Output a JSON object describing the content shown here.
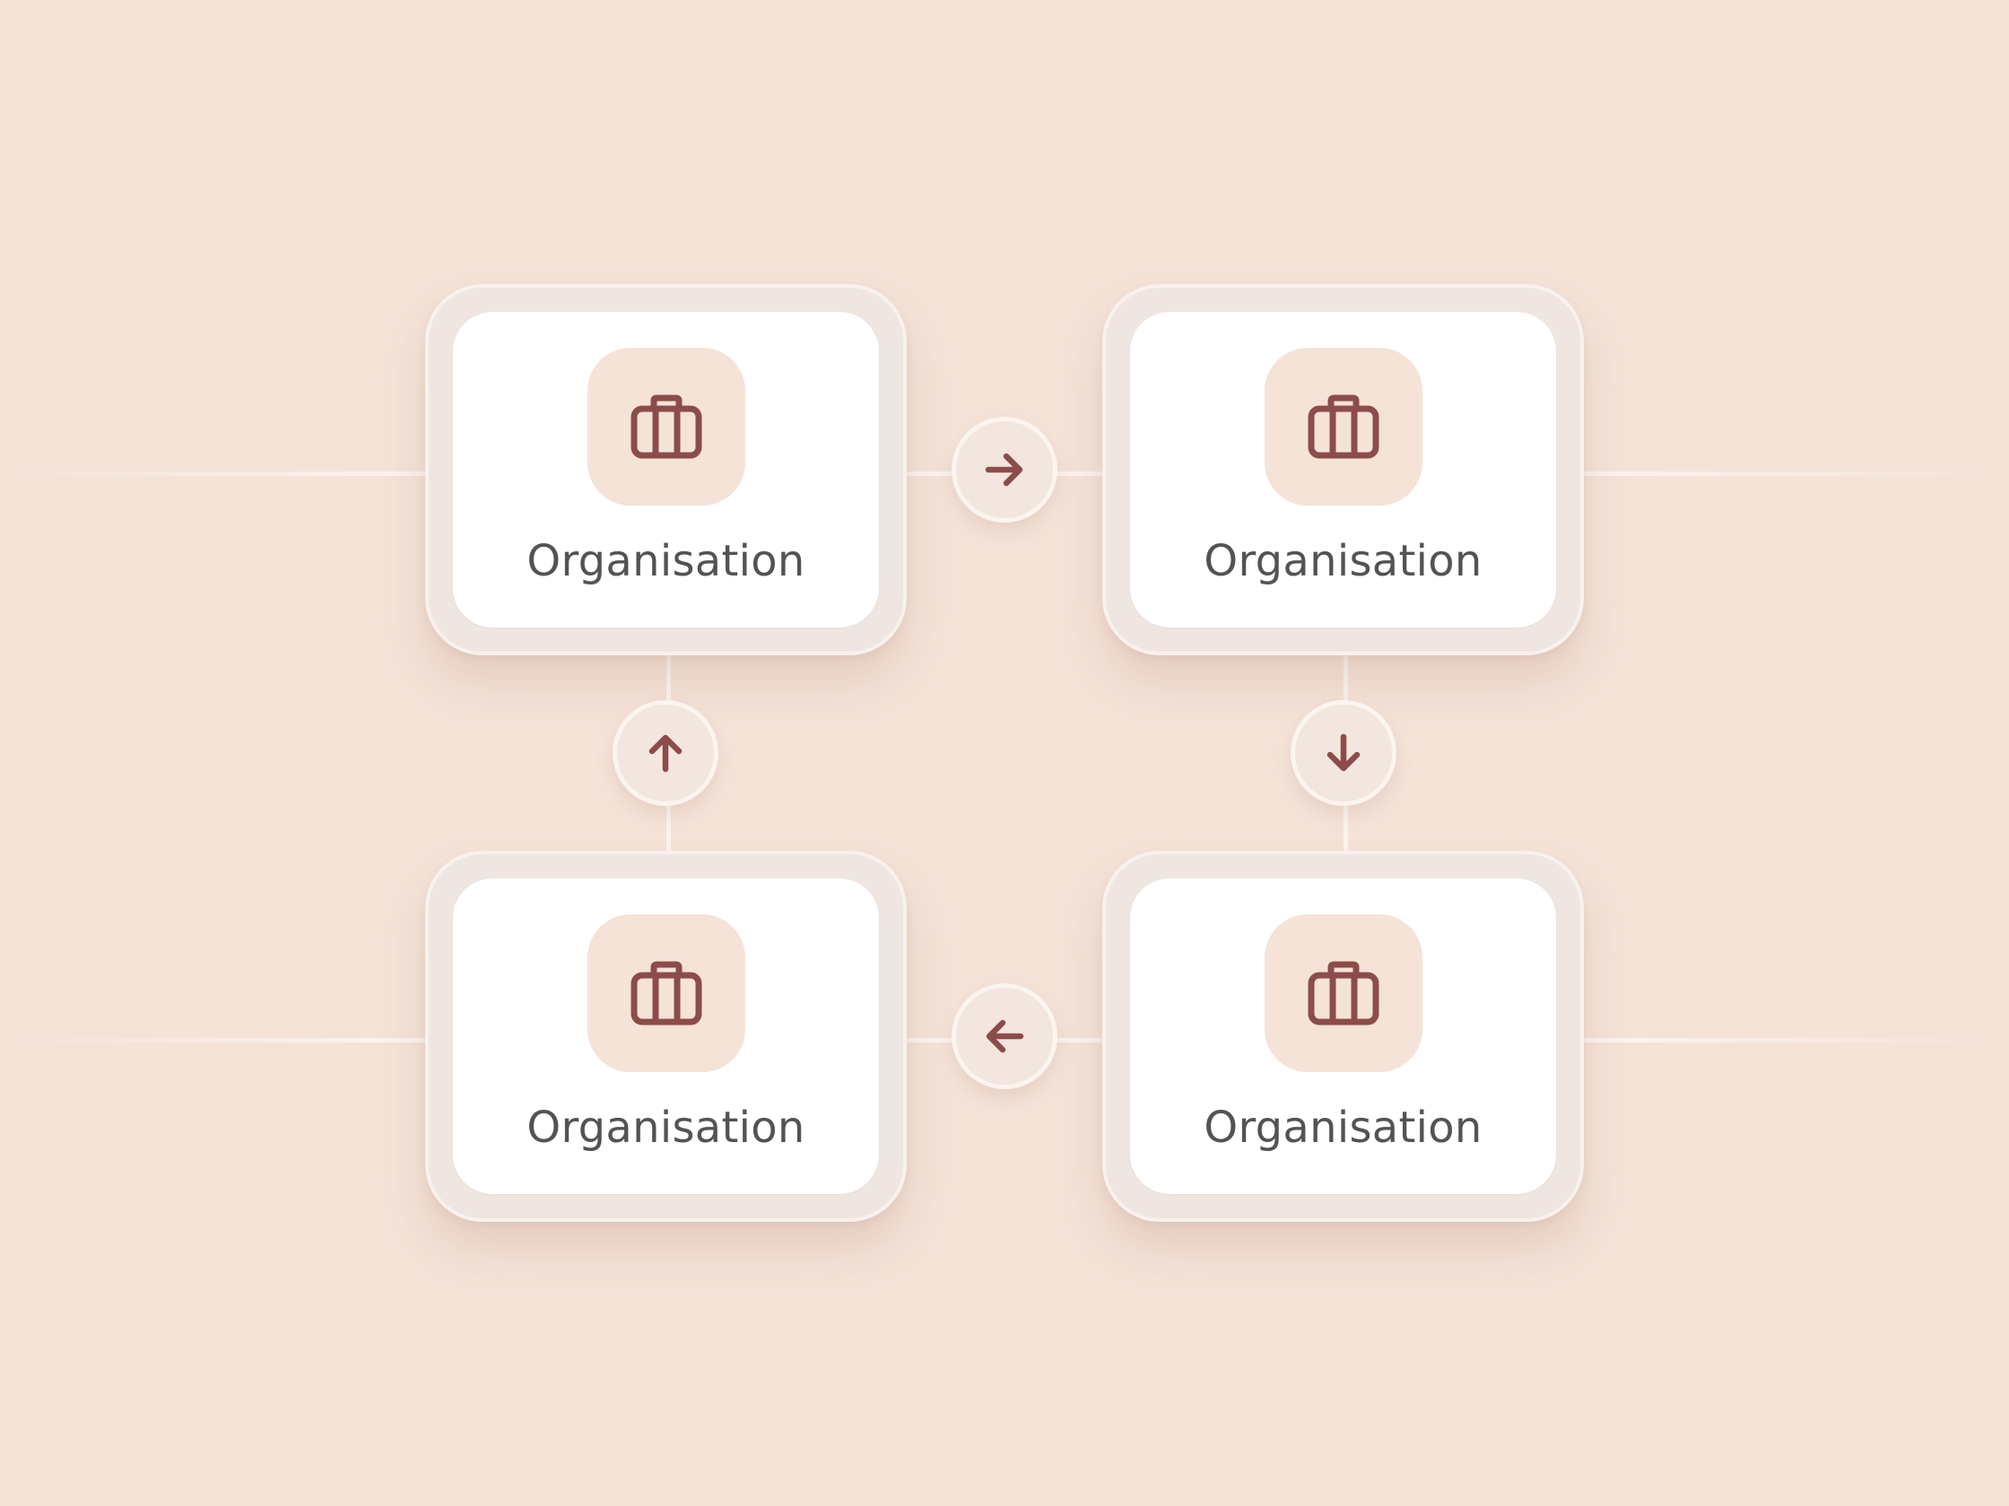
{
  "colors": {
    "background": "#f5e3d8",
    "card_frame": "#efe6e1",
    "card_surface": "#ffffff",
    "icon_tile": "#f5e3d8",
    "icon_stroke": "#8c4c4a",
    "label_text": "#555352",
    "connector": "#fbf4ef"
  },
  "nodes": [
    {
      "label": "Organisation",
      "icon": "briefcase-icon"
    },
    {
      "label": "Organisation",
      "icon": "briefcase-icon"
    },
    {
      "label": "Organisation",
      "icon": "briefcase-icon"
    },
    {
      "label": "Organisation",
      "icon": "briefcase-icon"
    }
  ],
  "connectors": [
    {
      "from": 0,
      "to": 1,
      "icon": "arrow-right-icon"
    },
    {
      "from": 1,
      "to": 3,
      "icon": "arrow-down-icon"
    },
    {
      "from": 3,
      "to": 2,
      "icon": "arrow-left-icon"
    },
    {
      "from": 2,
      "to": 0,
      "icon": "arrow-up-icon"
    }
  ]
}
